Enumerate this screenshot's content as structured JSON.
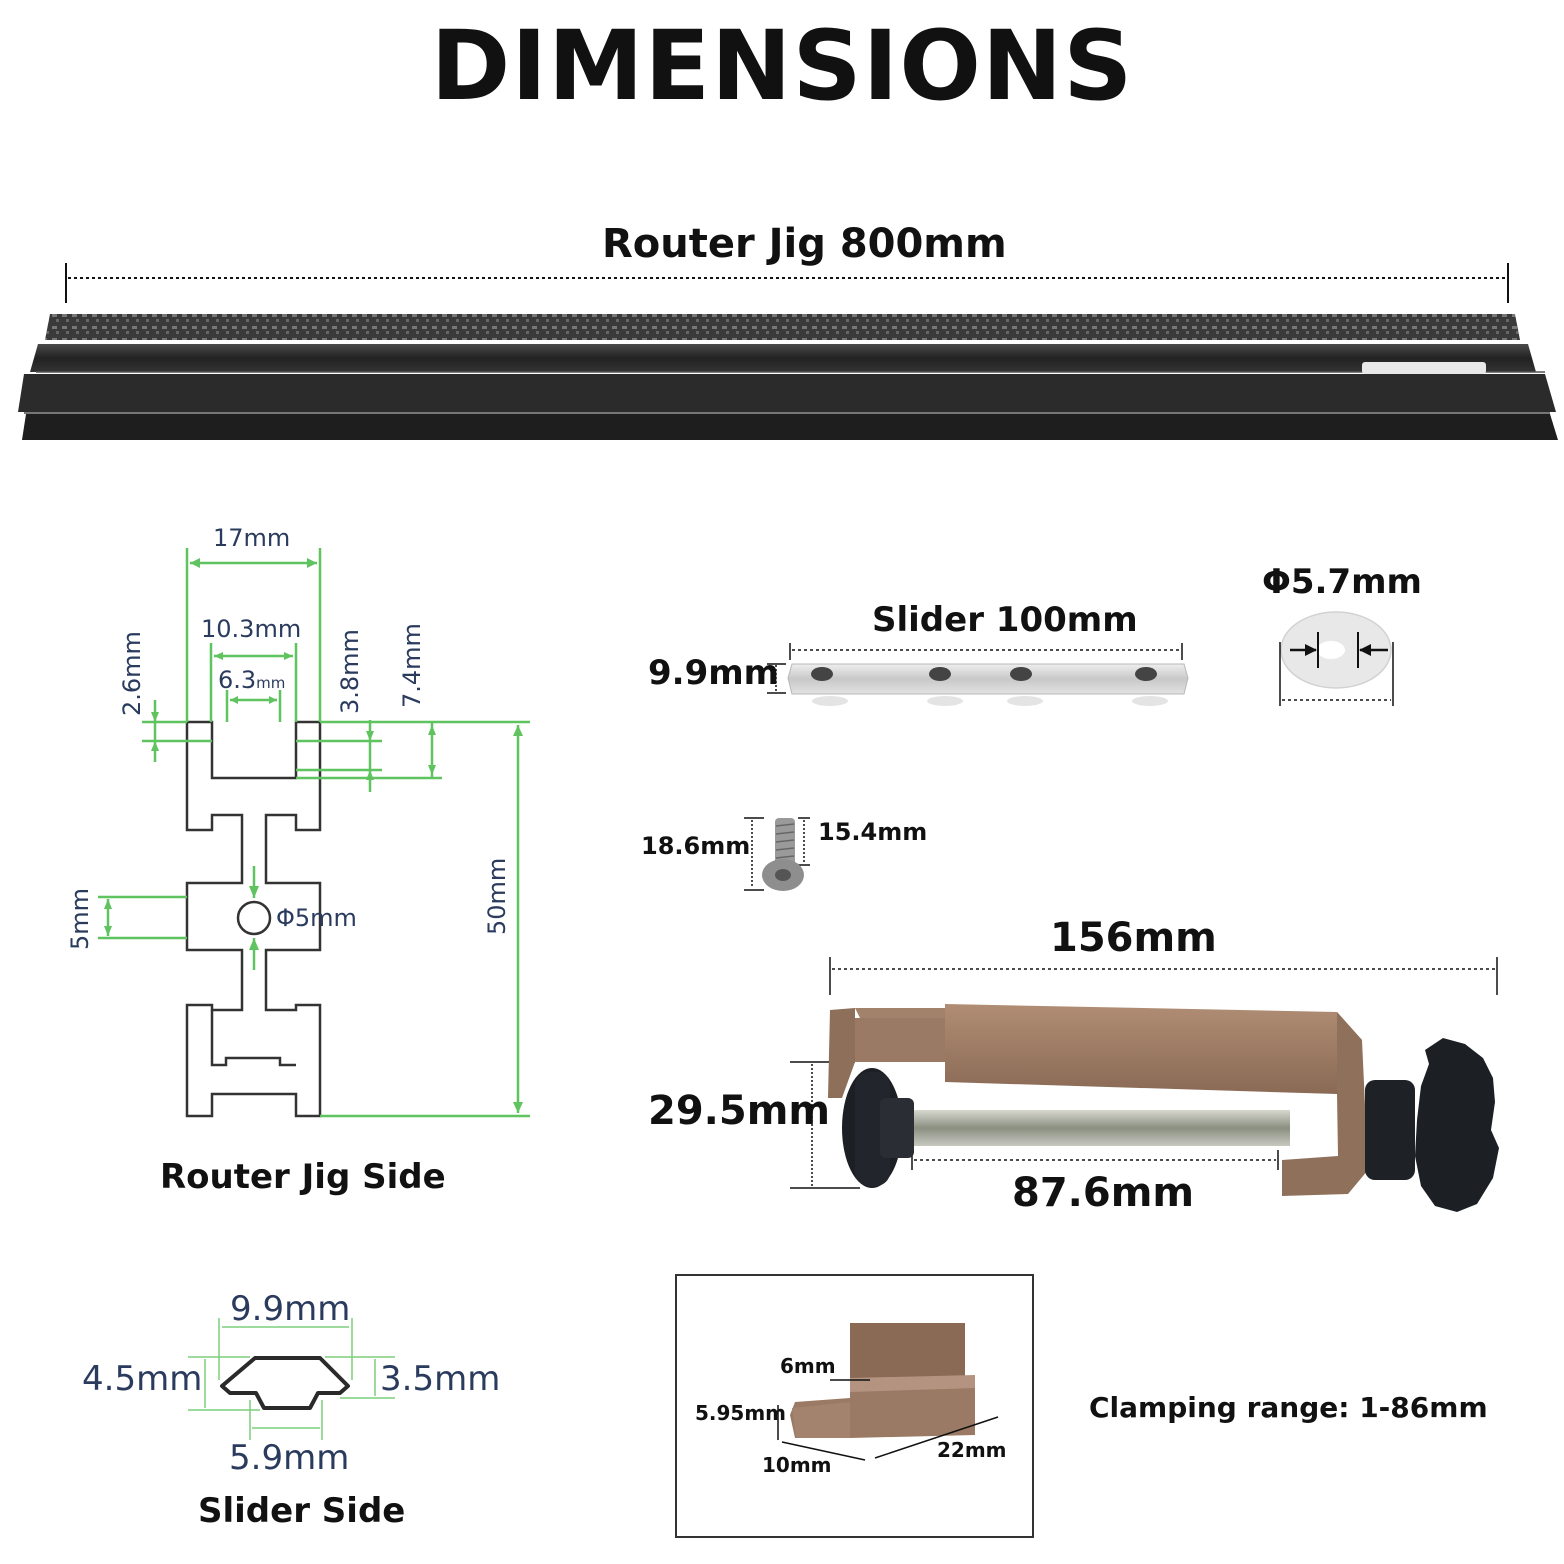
{
  "title": "DIMENSIONS",
  "rail": {
    "label": "Router Jig 800mm"
  },
  "profile": {
    "caption": "Router Jig Side",
    "w_17": "17mm",
    "w_10_3": "10.3mm",
    "w_6_3_num": "6.3",
    "w_6_3_unit": "mm",
    "h_2_6": "2.6mm",
    "h_3_8": "3.8mm",
    "h_7_4": "7.4mm",
    "h_5": "5mm",
    "hole": "Φ5mm",
    "h_50": "50mm"
  },
  "slider": {
    "label": "Slider 100mm",
    "height": "9.9mm"
  },
  "washer": {
    "label": "Φ5.7mm"
  },
  "screw": {
    "length": "18.6mm",
    "shank": "15.4mm"
  },
  "clamp": {
    "length": "156mm",
    "height": "29.5mm",
    "screw_len": "87.6mm"
  },
  "slider_side": {
    "caption": "Slider Side",
    "top": "9.9mm",
    "left": "4.5mm",
    "right": "3.5mm",
    "bottom": "5.9mm"
  },
  "detail": {
    "d6": "6mm",
    "d595": "5.95mm",
    "d10": "10mm",
    "d22": "22mm"
  },
  "clamping": "Clamping range: 1-86mm",
  "colors": {
    "dim_green": "#5fc45f",
    "bronze": "#9a7a62",
    "rail": "#2a2a2a",
    "knob": "#1c1f24",
    "label_blue": "#2a3b5e"
  }
}
